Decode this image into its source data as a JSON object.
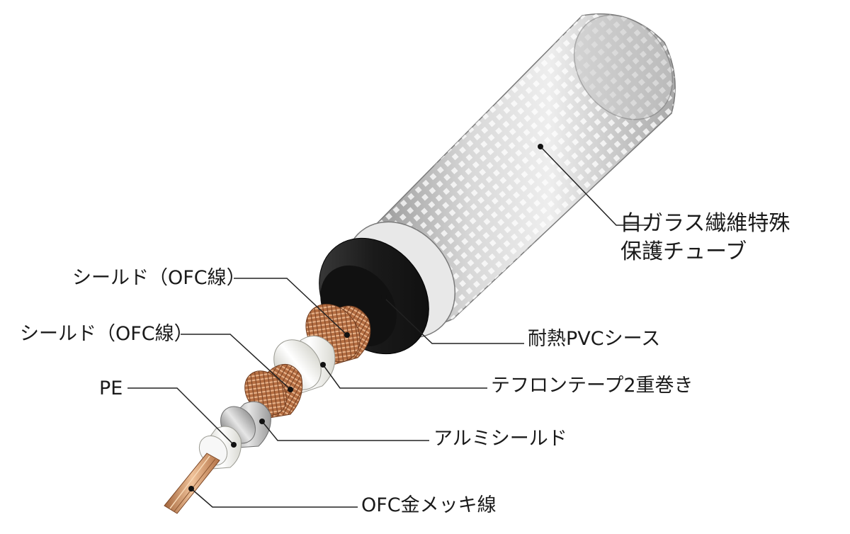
{
  "labels": {
    "outer_line1": "白ガラス繊維特殊",
    "outer_line2": "保護チューブ",
    "pvc": "耐熱PVCシース",
    "teflon": "テフロンテープ2重巻き",
    "aluminum": "アルミシールド",
    "core": "OFC金メッキ線",
    "shield_outer": "シールド（OFC線）",
    "shield_inner": "シールド（OFC線）",
    "pe": "PE"
  },
  "colors": {
    "outer_tube": "#c9c9c9",
    "pvc_sheath": "#1c1c1c",
    "copper_braid": "#c07a4e",
    "teflon": "#f2f2ea",
    "aluminum": "#bfbfbf",
    "pe": "#f7f7f7",
    "copper_core": "#d49a62",
    "leader_line": "#222222"
  }
}
